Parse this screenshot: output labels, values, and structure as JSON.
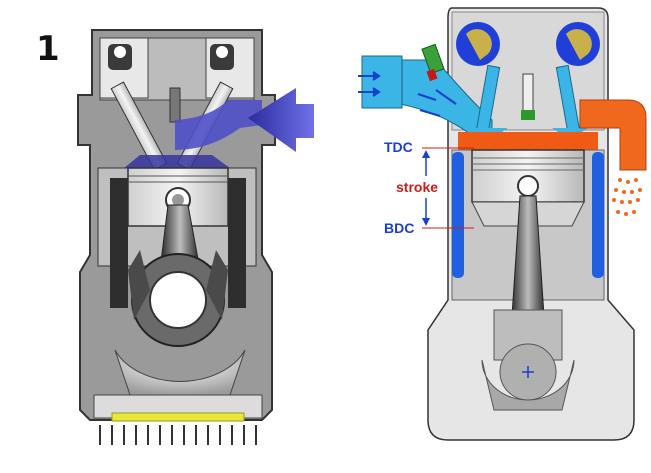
{
  "stroke_number": "1",
  "labels": {
    "tdc": "TDC",
    "stroke": "stroke",
    "bdc": "BDC"
  },
  "colors": {
    "intake_blue": "#5a5ad6",
    "coolant_blue": "#1f5fe0",
    "label_blue": "#1a3fd0",
    "label_red": "#c81e1e",
    "exhaust_orange": "#f0681e",
    "combustion_orange": "#f05a14",
    "air_cyan": "#3bb4e6",
    "crankcase_yellow": "#e8e83a",
    "metal_gray": "#a6a6a6"
  }
}
